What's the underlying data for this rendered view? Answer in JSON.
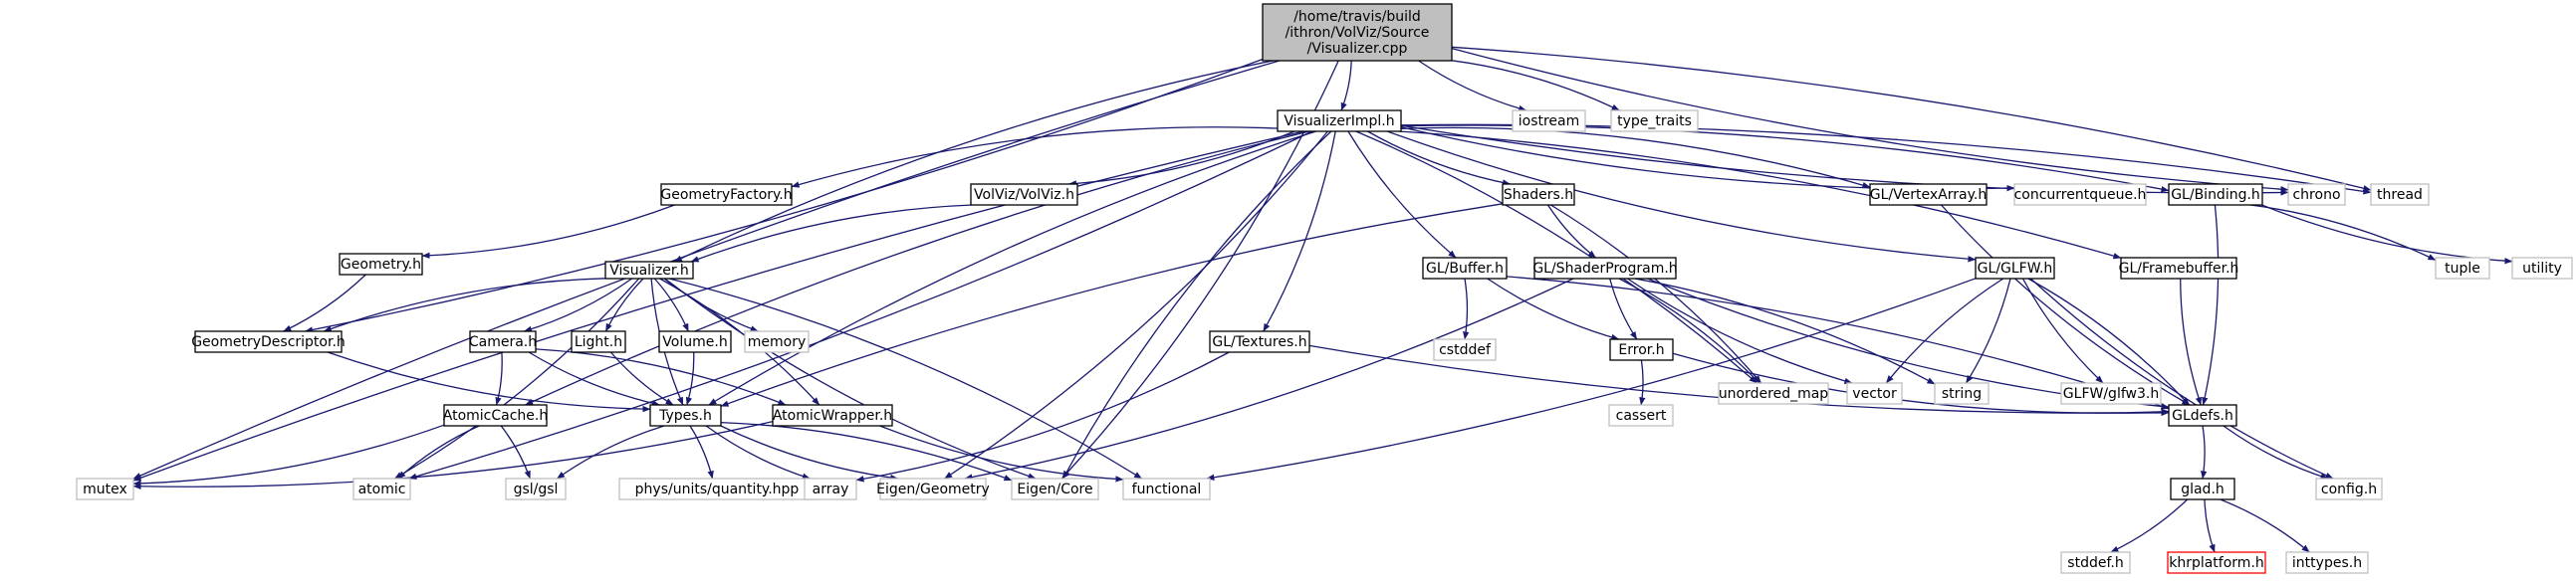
{
  "diagram": {
    "type": "include-dependency-graph",
    "colors": {
      "edge": "#191970",
      "root_fill": "#bfbfbf",
      "root_stroke": "#000000",
      "documented_stroke": "#000000",
      "system_stroke": "#bfbfbf",
      "missing_stroke": "#ff0000",
      "background": "#ffffff"
    },
    "nodes": [
      {
        "id": "visualizer_cpp",
        "lines": [
          "/home/travis/build",
          "/ithron/VolViz/Source",
          "/Visualizer.cpp"
        ],
        "kind": "root"
      },
      {
        "id": "visualizerimpl_h",
        "lines": [
          "VisualizerImpl.h"
        ],
        "kind": "doc"
      },
      {
        "id": "iostream",
        "lines": [
          "iostream"
        ],
        "kind": "sys"
      },
      {
        "id": "type_traits",
        "lines": [
          "type_traits"
        ],
        "kind": "sys"
      },
      {
        "id": "geometryfactory_h",
        "lines": [
          "GeometryFactory.h"
        ],
        "kind": "doc"
      },
      {
        "id": "volviz_h",
        "lines": [
          "VolViz/VolViz.h"
        ],
        "kind": "doc"
      },
      {
        "id": "shaders_h",
        "lines": [
          "Shaders.h"
        ],
        "kind": "doc"
      },
      {
        "id": "gl_vertexarray_h",
        "lines": [
          "GL/VertexArray.h"
        ],
        "kind": "doc"
      },
      {
        "id": "concurrentqueue_h",
        "lines": [
          "concurrentqueue.h"
        ],
        "kind": "sys"
      },
      {
        "id": "gl_binding_h",
        "lines": [
          "GL/Binding.h"
        ],
        "kind": "doc"
      },
      {
        "id": "chrono",
        "lines": [
          "chrono"
        ],
        "kind": "sys"
      },
      {
        "id": "thread",
        "lines": [
          "thread"
        ],
        "kind": "sys"
      },
      {
        "id": "geometry_h",
        "lines": [
          "Geometry.h"
        ],
        "kind": "doc"
      },
      {
        "id": "visualizer_h",
        "lines": [
          "Visualizer.h"
        ],
        "kind": "doc"
      },
      {
        "id": "gl_buffer_h",
        "lines": [
          "GL/Buffer.h"
        ],
        "kind": "doc"
      },
      {
        "id": "gl_shaderprogram_h",
        "lines": [
          "GL/ShaderProgram.h"
        ],
        "kind": "doc"
      },
      {
        "id": "gl_glfw_h",
        "lines": [
          "GL/GLFW.h"
        ],
        "kind": "doc"
      },
      {
        "id": "gl_framebuffer_h",
        "lines": [
          "GL/Framebuffer.h"
        ],
        "kind": "doc"
      },
      {
        "id": "tuple",
        "lines": [
          "tuple"
        ],
        "kind": "sys"
      },
      {
        "id": "utility",
        "lines": [
          "utility"
        ],
        "kind": "sys"
      },
      {
        "id": "geometrydescriptor_h",
        "lines": [
          "GeometryDescriptor.h"
        ],
        "kind": "doc"
      },
      {
        "id": "camera_h",
        "lines": [
          "Camera.h"
        ],
        "kind": "doc"
      },
      {
        "id": "light_h",
        "lines": [
          "Light.h"
        ],
        "kind": "doc"
      },
      {
        "id": "volume_h",
        "lines": [
          "Volume.h"
        ],
        "kind": "doc"
      },
      {
        "id": "memory",
        "lines": [
          "memory"
        ],
        "kind": "sys"
      },
      {
        "id": "gl_textures_h",
        "lines": [
          "GL/Textures.h"
        ],
        "kind": "doc"
      },
      {
        "id": "cstddef",
        "lines": [
          "cstddef"
        ],
        "kind": "sys"
      },
      {
        "id": "error_h",
        "lines": [
          "Error.h"
        ],
        "kind": "doc"
      },
      {
        "id": "unordered_map",
        "lines": [
          "unordered_map"
        ],
        "kind": "sys"
      },
      {
        "id": "vector",
        "lines": [
          "vector"
        ],
        "kind": "sys"
      },
      {
        "id": "string",
        "lines": [
          "string"
        ],
        "kind": "sys"
      },
      {
        "id": "glfw_glfw3_h",
        "lines": [
          "GLFW/glfw3.h"
        ],
        "kind": "sys"
      },
      {
        "id": "atomiccache_h",
        "lines": [
          "AtomicCache.h"
        ],
        "kind": "doc"
      },
      {
        "id": "types_h",
        "lines": [
          "Types.h"
        ],
        "kind": "doc"
      },
      {
        "id": "atomicwrapper_h",
        "lines": [
          "AtomicWrapper.h"
        ],
        "kind": "doc"
      },
      {
        "id": "cassert",
        "lines": [
          "cassert"
        ],
        "kind": "sys"
      },
      {
        "id": "gldefs_h",
        "lines": [
          "GLdefs.h"
        ],
        "kind": "doc"
      },
      {
        "id": "mutex",
        "lines": [
          "mutex"
        ],
        "kind": "sys"
      },
      {
        "id": "atomic",
        "lines": [
          "atomic"
        ],
        "kind": "sys"
      },
      {
        "id": "gsl_gsl",
        "lines": [
          "gsl/gsl"
        ],
        "kind": "sys"
      },
      {
        "id": "phys_units_quantity_hpp",
        "lines": [
          "phys/units/quantity.hpp"
        ],
        "kind": "sys"
      },
      {
        "id": "array",
        "lines": [
          "array"
        ],
        "kind": "sys"
      },
      {
        "id": "eigen_geometry",
        "lines": [
          "Eigen/Geometry"
        ],
        "kind": "sys"
      },
      {
        "id": "eigen_core",
        "lines": [
          "Eigen/Core"
        ],
        "kind": "sys"
      },
      {
        "id": "functional",
        "lines": [
          "functional"
        ],
        "kind": "sys"
      },
      {
        "id": "glad_h",
        "lines": [
          "glad.h"
        ],
        "kind": "doc"
      },
      {
        "id": "config_h",
        "lines": [
          "config.h"
        ],
        "kind": "sys"
      },
      {
        "id": "stddef_h",
        "lines": [
          "stddef.h"
        ],
        "kind": "sys"
      },
      {
        "id": "khrplatform_h",
        "lines": [
          "khrplatform.h"
        ],
        "kind": "missing"
      },
      {
        "id": "inttypes_h",
        "lines": [
          "inttypes.h"
        ],
        "kind": "sys"
      }
    ],
    "edges": [
      [
        "visualizer_cpp",
        "visualizerimpl_h"
      ],
      [
        "visualizer_cpp",
        "iostream"
      ],
      [
        "visualizer_cpp",
        "type_traits"
      ],
      [
        "visualizer_cpp",
        "chrono"
      ],
      [
        "visualizer_cpp",
        "thread"
      ],
      [
        "visualizer_cpp",
        "mutex"
      ],
      [
        "visualizer_cpp",
        "geometrydescriptor_h"
      ],
      [
        "visualizer_cpp",
        "visualizer_h"
      ],
      [
        "visualizer_cpp",
        "eigen_core"
      ],
      [
        "visualizerimpl_h",
        "geometryfactory_h"
      ],
      [
        "visualizerimpl_h",
        "volviz_h"
      ],
      [
        "visualizerimpl_h",
        "shaders_h"
      ],
      [
        "visualizerimpl_h",
        "gl_vertexarray_h"
      ],
      [
        "visualizerimpl_h",
        "concurrentqueue_h"
      ],
      [
        "visualizerimpl_h",
        "gl_binding_h"
      ],
      [
        "visualizerimpl_h",
        "chrono"
      ],
      [
        "visualizerimpl_h",
        "thread"
      ],
      [
        "visualizerimpl_h",
        "gl_buffer_h"
      ],
      [
        "visualizerimpl_h",
        "gl_textures_h"
      ],
      [
        "visualizerimpl_h",
        "gl_glfw_h"
      ],
      [
        "visualizerimpl_h",
        "gl_framebuffer_h"
      ],
      [
        "visualizerimpl_h",
        "types_h"
      ],
      [
        "visualizerimpl_h",
        "unordered_map"
      ],
      [
        "visualizerimpl_h",
        "eigen_core"
      ],
      [
        "visualizerimpl_h",
        "eigen_geometry"
      ],
      [
        "visualizerimpl_h",
        "mutex"
      ],
      [
        "visualizerimpl_h",
        "atomic"
      ],
      [
        "visualizerimpl_h",
        "atomiccache_h"
      ],
      [
        "geometryfactory_h",
        "geometry_h"
      ],
      [
        "volviz_h",
        "visualizer_h"
      ],
      [
        "geometry_h",
        "geometrydescriptor_h"
      ],
      [
        "visualizer_h",
        "geometrydescriptor_h"
      ],
      [
        "visualizer_h",
        "camera_h"
      ],
      [
        "visualizer_h",
        "light_h"
      ],
      [
        "visualizer_h",
        "volume_h"
      ],
      [
        "visualizer_h",
        "memory"
      ],
      [
        "visualizer_h",
        "atomicwrapper_h"
      ],
      [
        "visualizer_h",
        "types_h"
      ],
      [
        "visualizer_h",
        "atomic"
      ],
      [
        "visualizer_h",
        "eigen_core"
      ],
      [
        "visualizer_h",
        "functional"
      ],
      [
        "geometrydescriptor_h",
        "types_h"
      ],
      [
        "camera_h",
        "atomiccache_h"
      ],
      [
        "camera_h",
        "types_h"
      ],
      [
        "camera_h",
        "atomicwrapper_h"
      ],
      [
        "light_h",
        "types_h"
      ],
      [
        "volume_h",
        "types_h"
      ],
      [
        "shaders_h",
        "gl_shaderprogram_h"
      ],
      [
        "shaders_h",
        "unordered_map"
      ],
      [
        "shaders_h",
        "types_h"
      ],
      [
        "gl_buffer_h",
        "cstddef"
      ],
      [
        "gl_buffer_h",
        "error_h"
      ],
      [
        "gl_buffer_h",
        "gldefs_h"
      ],
      [
        "gl_shaderprogram_h",
        "error_h"
      ],
      [
        "gl_shaderprogram_h",
        "unordered_map"
      ],
      [
        "gl_shaderprogram_h",
        "vector"
      ],
      [
        "gl_shaderprogram_h",
        "string"
      ],
      [
        "gl_shaderprogram_h",
        "gldefs_h"
      ],
      [
        "gl_shaderprogram_h",
        "eigen_geometry"
      ],
      [
        "gl_glfw_h",
        "vector"
      ],
      [
        "gl_glfw_h",
        "string"
      ],
      [
        "gl_glfw_h",
        "glfw_glfw3_h"
      ],
      [
        "gl_glfw_h",
        "gldefs_h"
      ],
      [
        "gl_glfw_h",
        "config_h"
      ],
      [
        "gl_glfw_h",
        "functional"
      ],
      [
        "gl_textures_h",
        "gldefs_h"
      ],
      [
        "gl_textures_h",
        "array"
      ],
      [
        "gl_vertexarray_h",
        "gldefs_h"
      ],
      [
        "gl_binding_h",
        "tuple"
      ],
      [
        "gl_binding_h",
        "utility"
      ],
      [
        "gl_binding_h",
        "gldefs_h"
      ],
      [
        "gl_framebuffer_h",
        "gldefs_h"
      ],
      [
        "error_h",
        "cassert"
      ],
      [
        "error_h",
        "gldefs_h"
      ],
      [
        "atomiccache_h",
        "mutex"
      ],
      [
        "atomiccache_h",
        "atomic"
      ],
      [
        "atomiccache_h",
        "gsl_gsl"
      ],
      [
        "types_h",
        "gsl_gsl"
      ],
      [
        "types_h",
        "phys_units_quantity_hpp"
      ],
      [
        "types_h",
        "array"
      ],
      [
        "types_h",
        "eigen_core"
      ],
      [
        "types_h",
        "eigen_geometry"
      ],
      [
        "atomicwrapper_h",
        "mutex"
      ],
      [
        "atomicwrapper_h",
        "functional"
      ],
      [
        "gldefs_h",
        "glad_h"
      ],
      [
        "gldefs_h",
        "config_h"
      ],
      [
        "glad_h",
        "stddef_h"
      ],
      [
        "glad_h",
        "khrplatform_h"
      ],
      [
        "glad_h",
        "inttypes_h"
      ]
    ]
  }
}
